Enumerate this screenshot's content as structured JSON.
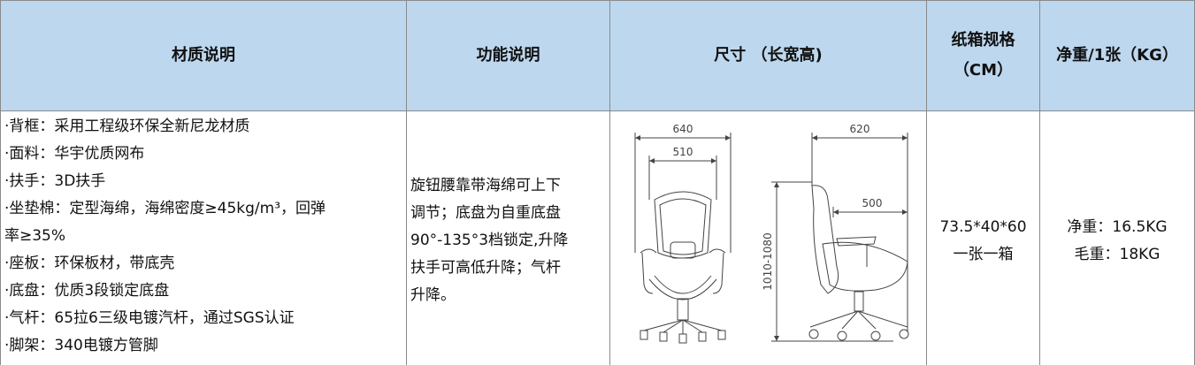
{
  "headers": {
    "material": "材质说明",
    "function": "功能说明",
    "size": "尺寸 （长宽高)",
    "box_line1": "纸箱规格",
    "box_line2": "（CM）",
    "weight": "净重/1张（KG）"
  },
  "material_items": [
    "·背框：采用工程级环保全新尼龙材质",
    "·面料：华宇优质网布",
    "·扶手：3D扶手",
    "·坐垫棉：定型海绵，海绵密度≥45kg/m³，回弹",
    "率≥35%",
    "·座板：环保板材，带底壳",
    "·底盘：优质3段锁定底盘",
    "·气杆：65拉6三级电镀汽杆，通过SGS认证",
    "·脚架：340电镀方管脚"
  ],
  "function_lines": [
    "旋钮腰靠带海绵可上下",
    "调节；底盘为自重底盘",
    "90°-135°3档锁定,升降",
    "扶手可高低升降；气杆",
    "升降。"
  ],
  "box": {
    "size": "73.5*40*60",
    "note": "一张一箱"
  },
  "weight": {
    "net": "净重：16.5KG",
    "gross": "毛重：18KG"
  },
  "drawing": {
    "front_width": "640",
    "seat_width": "510",
    "side_depth": "620",
    "seat_depth": "500",
    "height": "1010-1080"
  }
}
